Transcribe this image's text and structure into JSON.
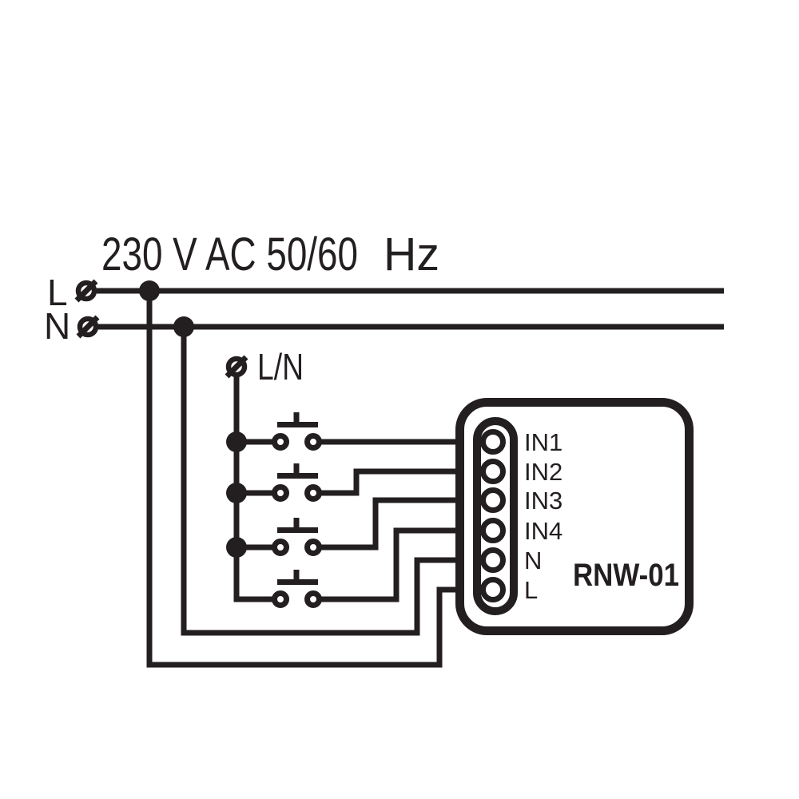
{
  "colors": {
    "ink": "#231f20",
    "background": "#ffffff"
  },
  "power": {
    "rating": "230 V AC 50/60",
    "unit": "Hz",
    "live_label": "L",
    "neutral_label": "N"
  },
  "bus": {
    "label": "L/N"
  },
  "switches": {
    "count": 4,
    "type": "momentary-push-button"
  },
  "device": {
    "model": "RNW-01",
    "terminals": [
      {
        "label": "IN1"
      },
      {
        "label": "IN2"
      },
      {
        "label": "IN3"
      },
      {
        "label": "IN4"
      },
      {
        "label": "N"
      },
      {
        "label": "L"
      }
    ]
  }
}
